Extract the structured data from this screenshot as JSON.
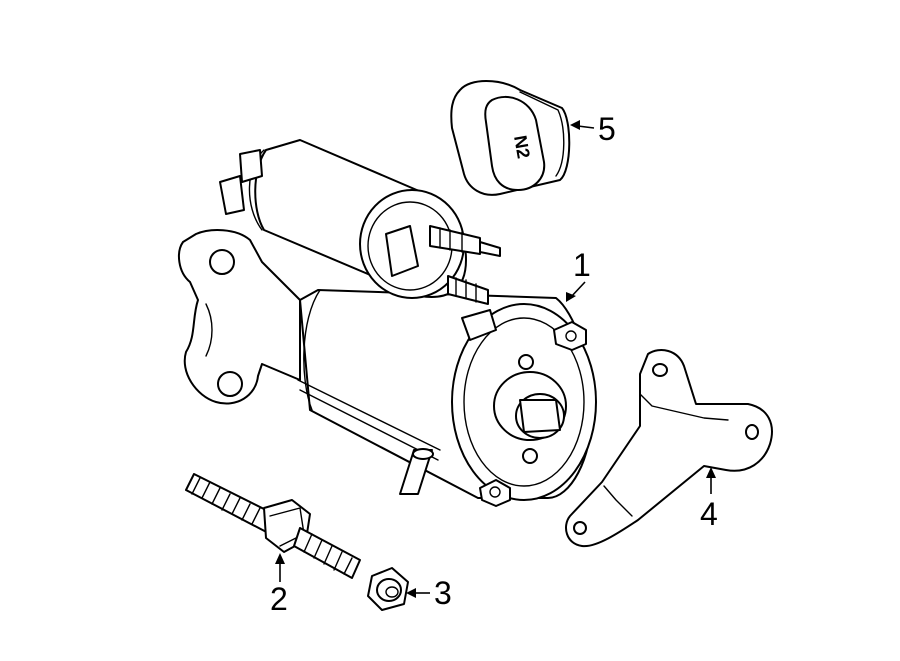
{
  "diagram": {
    "callouts": [
      {
        "id": "starter",
        "label": "1"
      },
      {
        "id": "stud-bolt",
        "label": "2"
      },
      {
        "id": "nut",
        "label": "3"
      },
      {
        "id": "bracket",
        "label": "4"
      },
      {
        "id": "terminal-cover",
        "label": "5"
      }
    ],
    "cover_stamp": "N2"
  }
}
